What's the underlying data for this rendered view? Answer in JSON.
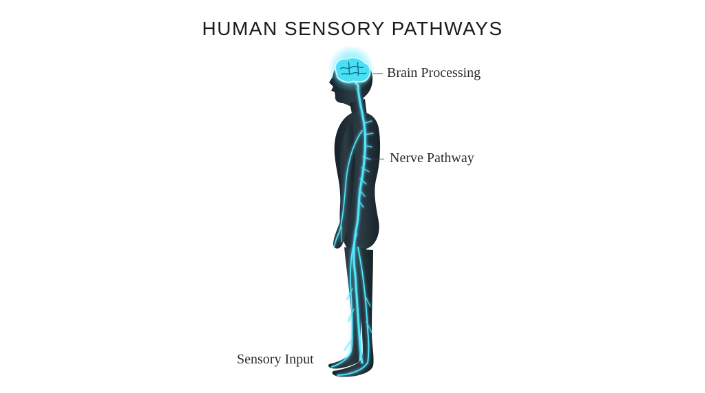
{
  "title": "HUMAN SENSORY PATHWAYS",
  "labels": {
    "brain": "Brain Processing",
    "nerve": "Nerve Pathway",
    "sensory": "Sensory Input"
  },
  "colors": {
    "background": "#ffffff",
    "body": "#1f2b31",
    "nerve_glow": "#3fe3ff",
    "text": "#1b1b1b"
  },
  "icons": {
    "figure": "human-body-figure",
    "brain": "brain-icon"
  }
}
